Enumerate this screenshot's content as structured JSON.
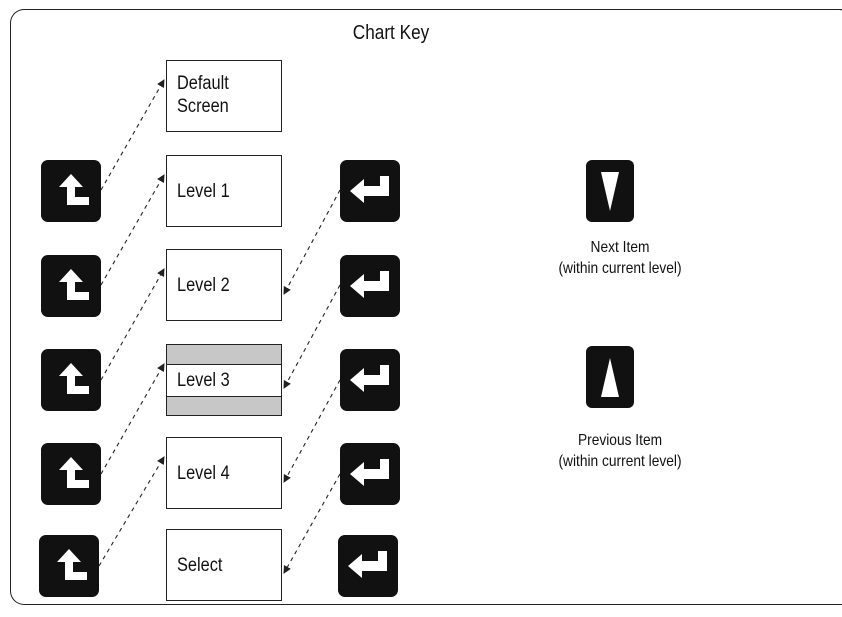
{
  "title": "Chart Key",
  "boxes": {
    "default_screen": "Default\nScreen",
    "level1": "Level 1",
    "level2": "Level 2",
    "level3": "Level 3",
    "level4": "Level 4",
    "select": "Select"
  },
  "icons": {
    "left_keys": "escape-up-arrow-icon",
    "right_keys": "enter-return-arrow-icon",
    "next": "down-triangle-icon",
    "previous": "up-triangle-icon"
  },
  "legend": {
    "next_item": "Next Item\n(within current level)",
    "previous_item": "Previous Item\n(within current level)"
  },
  "colors": {
    "key": "#111111",
    "highlight_band": "#c7c7c7"
  }
}
